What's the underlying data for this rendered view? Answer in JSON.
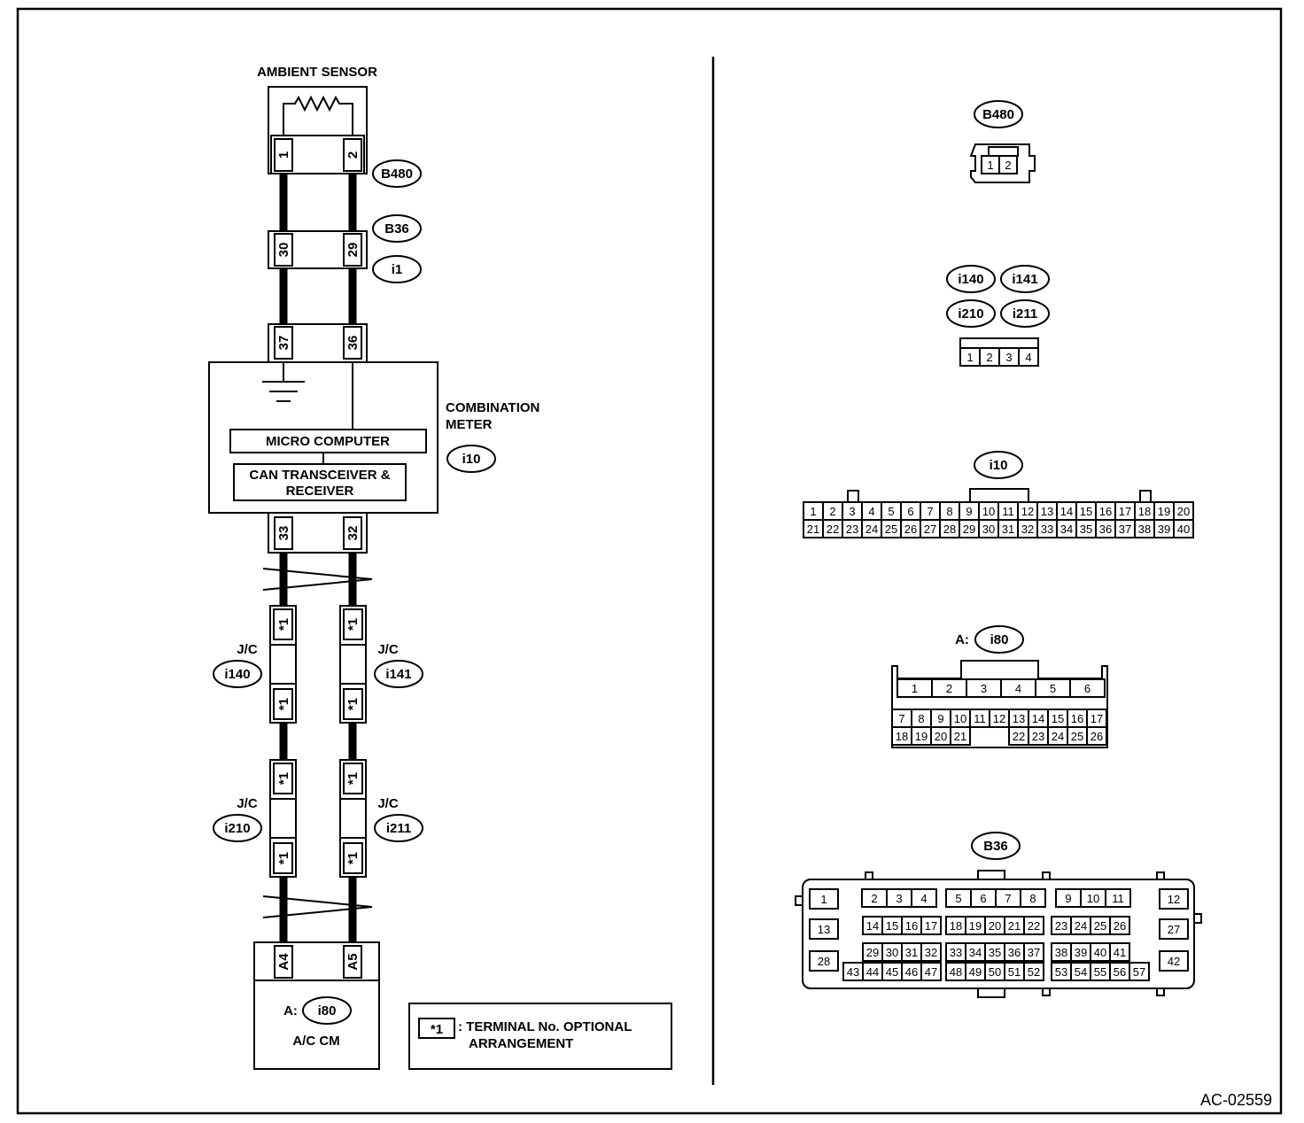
{
  "doc_code": "AC-02559",
  "ambient_sensor": {
    "title": "AMBIENT SENSOR",
    "pin_left": "1",
    "pin_right": "2",
    "connector": "B480"
  },
  "junction_b36_i1": {
    "upper": "B36",
    "lower": "i1",
    "pin_left": "30",
    "pin_right": "29"
  },
  "meter_top_pins": {
    "left": "37",
    "right": "36"
  },
  "combination_meter": {
    "title_line1": "COMBINATION",
    "title_line2": "METER",
    "connector": "i10",
    "micro_computer": "MICRO COMPUTER",
    "can_line1": "CAN TRANSCEIVER &",
    "can_line2": "RECEIVER",
    "pin_left": "33",
    "pin_right": "32"
  },
  "jc_label": "J/C",
  "jc_upper": {
    "left": "i140",
    "right": "i141",
    "pin": "*1"
  },
  "jc_lower": {
    "left": "i210",
    "right": "i211",
    "pin": "*1"
  },
  "ac_cm": {
    "prefix": "A:",
    "connector": "i80",
    "name": "A/C CM",
    "pin_left": "A4",
    "pin_right": "A5"
  },
  "legend": {
    "symbol": "*1",
    "line1": ": TERMINAL No. OPTIONAL",
    "line2": "ARRANGEMENT"
  },
  "views": {
    "b480": {
      "label": "B480",
      "pins": [
        "1",
        "2"
      ]
    },
    "jc4": {
      "labels": [
        "i140",
        "i141",
        "i210",
        "i211"
      ],
      "pins": [
        "1",
        "2",
        "3",
        "4"
      ]
    },
    "i10": {
      "label": "i10",
      "row1": [
        "1",
        "2",
        "3",
        "4",
        "5",
        "6",
        "7",
        "8",
        "9",
        "10",
        "11",
        "12",
        "13",
        "14",
        "15",
        "16",
        "17",
        "18",
        "19",
        "20"
      ],
      "row2": [
        "21",
        "22",
        "23",
        "24",
        "25",
        "26",
        "27",
        "28",
        "29",
        "30",
        "31",
        "32",
        "33",
        "34",
        "35",
        "36",
        "37",
        "38",
        "39",
        "40"
      ]
    },
    "i80": {
      "prefix": "A:",
      "label": "i80",
      "top": [
        "1",
        "2",
        "3",
        "4",
        "5",
        "6"
      ],
      "row2": [
        "7",
        "8",
        "9",
        "10",
        "11",
        "12",
        "13",
        "14",
        "15",
        "16",
        "17"
      ],
      "row3_left": [
        "18",
        "19",
        "20",
        "21"
      ],
      "row3_right": [
        "22",
        "23",
        "24",
        "25",
        "26"
      ]
    },
    "b36": {
      "label": "B36",
      "side_left": [
        "1",
        "13",
        "28"
      ],
      "side_right": [
        "12",
        "27",
        "42"
      ],
      "g1_r1": [
        "2",
        "3",
        "4"
      ],
      "g2_r1": [
        "5",
        "6",
        "7",
        "8"
      ],
      "g3_r1": [
        "9",
        "10",
        "11"
      ],
      "g1_r2": [
        "14",
        "15",
        "16",
        "17"
      ],
      "g2_r2": [
        "18",
        "19",
        "20",
        "21",
        "22"
      ],
      "g3_r2": [
        "23",
        "24",
        "25",
        "26"
      ],
      "g1_r3": [
        "29",
        "30",
        "31",
        "32"
      ],
      "g2_r3": [
        "33",
        "34",
        "35",
        "36",
        "37"
      ],
      "g3_r3": [
        "38",
        "39",
        "40",
        "41"
      ],
      "g1_r4": [
        "43",
        "44",
        "45",
        "46",
        "47"
      ],
      "g2_r4": [
        "48",
        "49",
        "50",
        "51",
        "52"
      ],
      "g3_r4": [
        "53",
        "54",
        "55",
        "56",
        "57"
      ]
    }
  }
}
